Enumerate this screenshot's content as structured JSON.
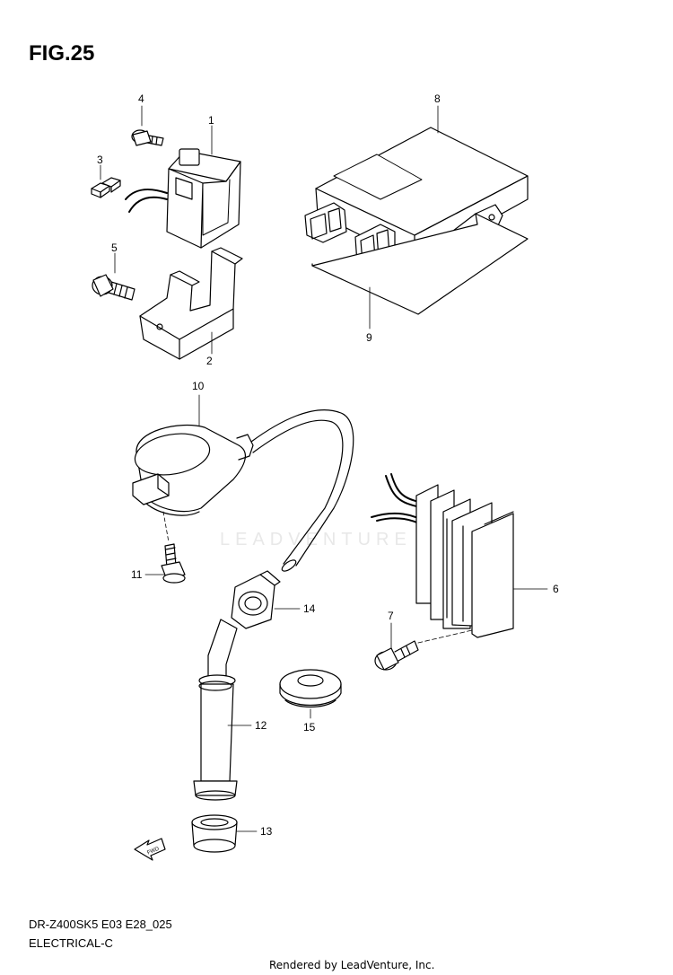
{
  "figure_title": "FIG.25",
  "model_code": "DR-Z400SK5 E03 E28_025",
  "section_name": "ELECTRICAL-C",
  "render_credit": "Rendered by LeadVenture, Inc.",
  "watermark_text": "LEADVENTURE",
  "callouts": [
    "1",
    "2",
    "3",
    "4",
    "5",
    "6",
    "7",
    "8",
    "9",
    "10",
    "11",
    "12",
    "13",
    "14",
    "15"
  ],
  "fwd_label": "FWD"
}
